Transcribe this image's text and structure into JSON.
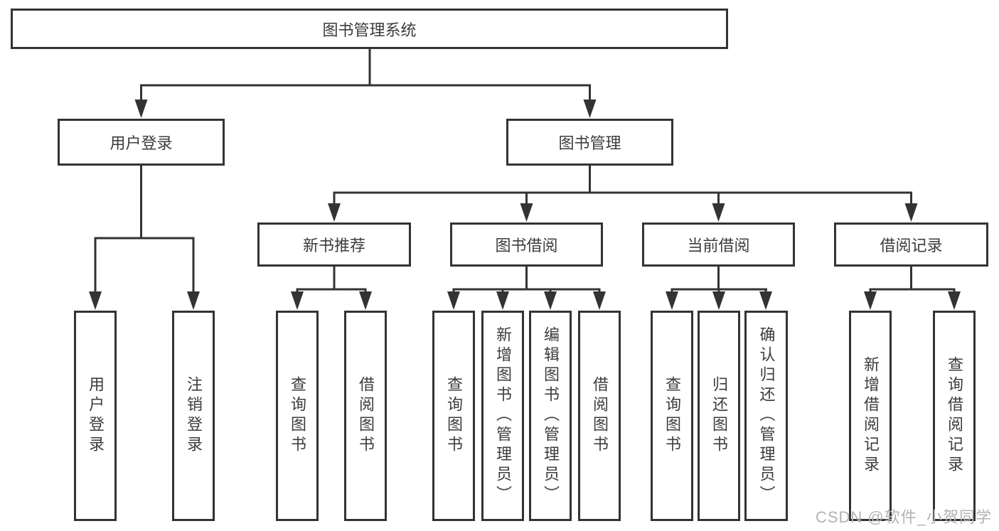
{
  "diagram": {
    "root": {
      "label": "图书管理系统"
    },
    "level2": [
      {
        "label": "用户登录"
      },
      {
        "label": "图书管理"
      }
    ],
    "level3": [
      {
        "label": "新书推荐",
        "parent": "图书管理"
      },
      {
        "label": "图书借阅",
        "parent": "图书管理"
      },
      {
        "label": "当前借阅",
        "parent": "图书管理"
      },
      {
        "label": "借阅记录",
        "parent": "图书管理"
      }
    ],
    "leaves": [
      {
        "label": "用户登录",
        "parent": "用户登录"
      },
      {
        "label": "注销登录",
        "parent": "用户登录"
      },
      {
        "label": "查询图书",
        "parent": "新书推荐"
      },
      {
        "label": "借阅图书",
        "parent": "新书推荐"
      },
      {
        "label": "查询图书",
        "parent": "图书借阅"
      },
      {
        "label": "新增图书（管理员）",
        "parent": "图书借阅"
      },
      {
        "label": "编辑图书（管理员）",
        "parent": "图书借阅"
      },
      {
        "label": "借阅图书",
        "parent": "图书借阅"
      },
      {
        "label": "查询图书",
        "parent": "当前借阅"
      },
      {
        "label": "归还图书",
        "parent": "当前借阅"
      },
      {
        "label": "确认归还（管理员）",
        "parent": "当前借阅"
      },
      {
        "label": "新增借阅记录",
        "parent": "借阅记录"
      },
      {
        "label": "查询借阅记录",
        "parent": "借阅记录"
      }
    ]
  },
  "watermark": "CSDN @软件_小贺同学",
  "colors": {
    "line": "#333333",
    "box_border": "#333333",
    "box_fill": "#ffffff",
    "text": "#3c3c3c",
    "watermark": "#b3b3b3",
    "background": "#ffffff"
  }
}
